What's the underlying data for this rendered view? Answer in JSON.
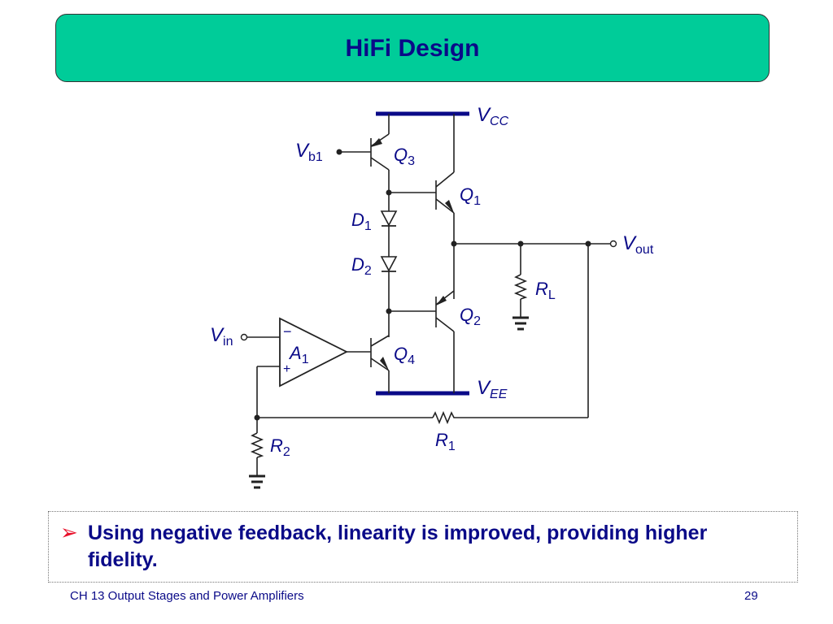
{
  "slide": {
    "title": "HiFi Design",
    "bullet": "Using negative feedback, linearity is improved, providing higher fidelity.",
    "footer_left": "CH 13 Output Stages and Power Amplifiers",
    "page_number": "29",
    "bullet_icon": "arrow-right-icon"
  },
  "colors": {
    "title_bg": "#00cc99",
    "text": "#0a0a88",
    "bullet_arrow": "#e8102a",
    "wire": "#222222"
  },
  "circuit": {
    "vcc": {
      "main": "V",
      "sub": "CC"
    },
    "vee": {
      "main": "V",
      "sub": "EE"
    },
    "vb1": {
      "main": "V",
      "sub": "b1"
    },
    "vin": {
      "main": "V",
      "sub": "in"
    },
    "vout": {
      "main": "V",
      "sub": "out"
    },
    "q1": {
      "main": "Q",
      "sub": "1"
    },
    "q2": {
      "main": "Q",
      "sub": "2"
    },
    "q3": {
      "main": "Q",
      "sub": "3"
    },
    "q4": {
      "main": "Q",
      "sub": "4"
    },
    "d1": {
      "main": "D",
      "sub": "1"
    },
    "d2": {
      "main": "D",
      "sub": "2"
    },
    "rl": {
      "main": "R",
      "sub": "L"
    },
    "r1": {
      "main": "R",
      "sub": "1"
    },
    "r2": {
      "main": "R",
      "sub": "2"
    },
    "a1": {
      "main": "A",
      "sub": "1"
    },
    "minus": "−",
    "plus": "+"
  }
}
